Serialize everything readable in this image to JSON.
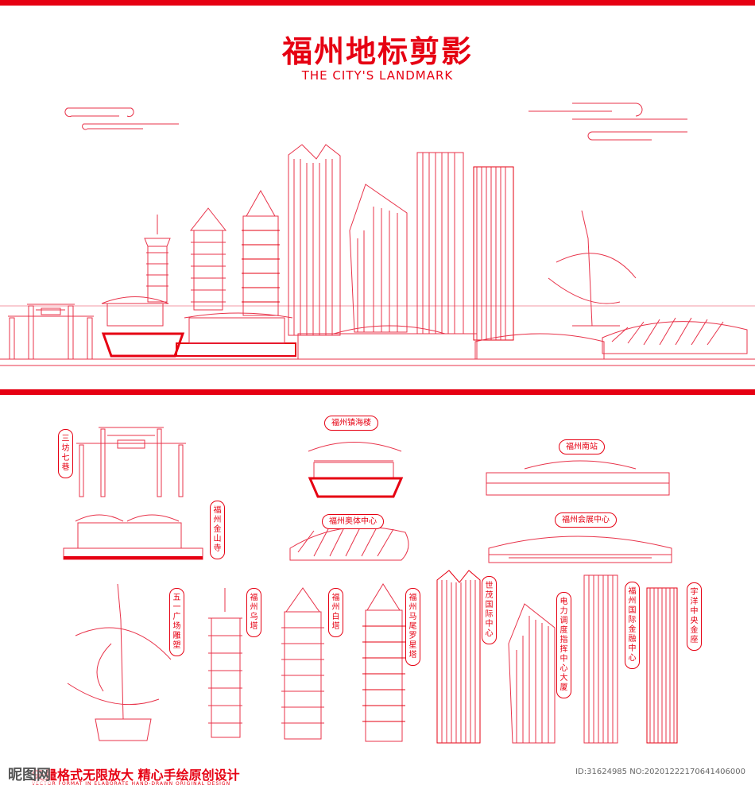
{
  "header": {
    "title": "福州地标剪影",
    "subtitle": "THE CITY'S LANDMARK"
  },
  "labels": {
    "sanfang": "三坊七巷",
    "zhenhai": "福州镇海楼",
    "south_station": "福州南站",
    "jinshan": "福州金山寺",
    "olympic": "福州奥体中心",
    "convention": "福州会展中心",
    "wuyi": "五一广场雕塑",
    "wuta": "福州乌塔",
    "baita": "福州白塔",
    "luoxing": "福州马尾罗星塔",
    "shimao": "世茂国际中心",
    "dianli": "电力调度指挥中心大厦",
    "finance": "福州国际金融中心",
    "yuyang": "宇洋中央金座"
  },
  "footer": {
    "slogan": "矢量格式无限放大  精心手绘原创设计",
    "slogan_en": "VECTOR FORMAT IN ELABORATE HAND-DRAWN ORIGINAL DESIGN",
    "watermark_logo": "昵图网",
    "watermark_id": "ID:31624985 NO:20201222170641406000"
  },
  "colors": {
    "accent": "#e60012",
    "line": "#e8334a"
  }
}
